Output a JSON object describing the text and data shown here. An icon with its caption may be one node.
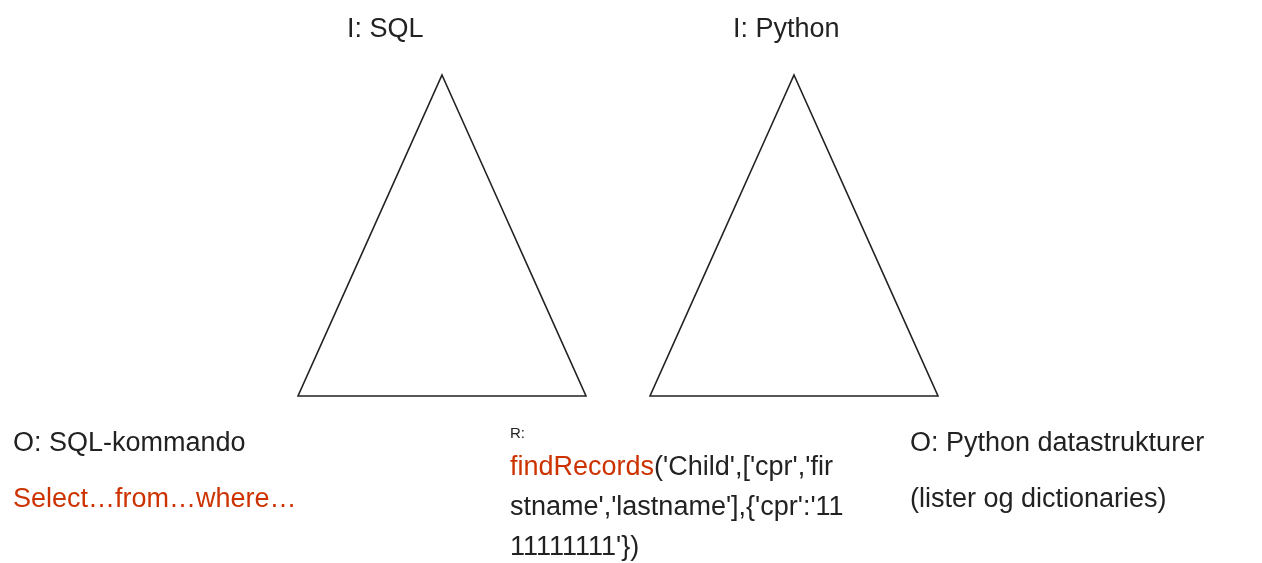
{
  "diagram": {
    "nodes": [
      {
        "text": [
          "I: SQL"
        ],
        "beside": [
          "O: SQL-kommando",
          "Select…from…where…"
        ]
      },
      {
        "text": [
          "I: Python"
        ],
        "beside": [
          "O: Python datastrukturer",
          "(lister og dictionaries)"
        ]
      }
    ],
    "edges": [],
    "labels": [
      "R:",
      "findRecords('Child',['cpr','firstname','lastname'],{'cpr':'1111111111'})"
    ]
  }
}
